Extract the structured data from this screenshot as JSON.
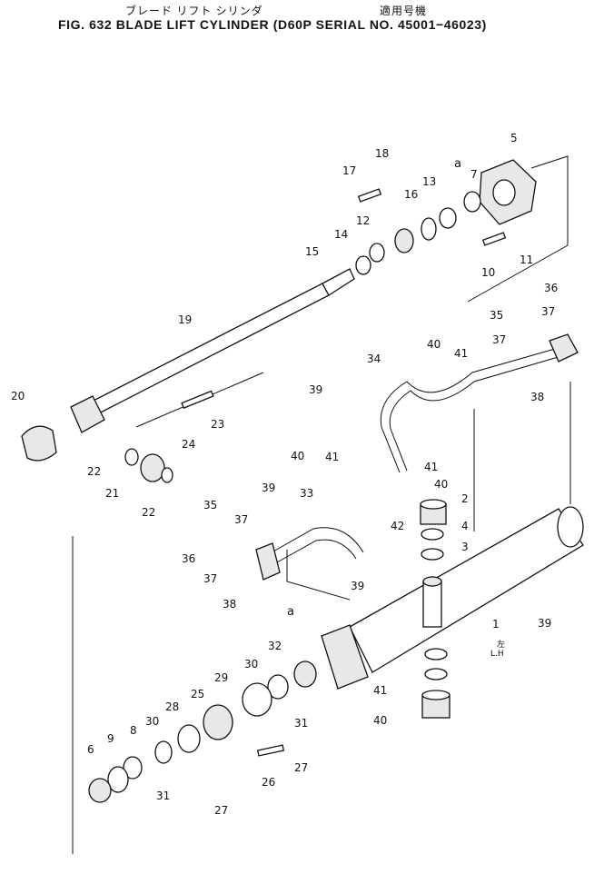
{
  "header": {
    "japanese_title": "ブレード リフト シリンダ",
    "japanese_applicability": "適用号機",
    "figure_title": "FIG. 632  BLADE  LIFT  CYLINDER  (D60P   SERIAL  NO. 45001−46023)"
  },
  "diagram": {
    "annotations": {
      "reference_a_upper": "a",
      "reference_a_lower": "a",
      "side_kanji": "左",
      "side_code": "L.H"
    },
    "part_numbers": [
      "1",
      "2",
      "3",
      "4",
      "5",
      "6",
      "7",
      "8",
      "9",
      "10",
      "11",
      "12",
      "13",
      "14",
      "15",
      "16",
      "17",
      "18",
      "19",
      "20",
      "21",
      "22",
      "23",
      "24",
      "25",
      "26",
      "27",
      "28",
      "29",
      "30",
      "31",
      "32",
      "33",
      "34",
      "35",
      "36",
      "37",
      "38",
      "39",
      "40",
      "41",
      "42"
    ]
  }
}
